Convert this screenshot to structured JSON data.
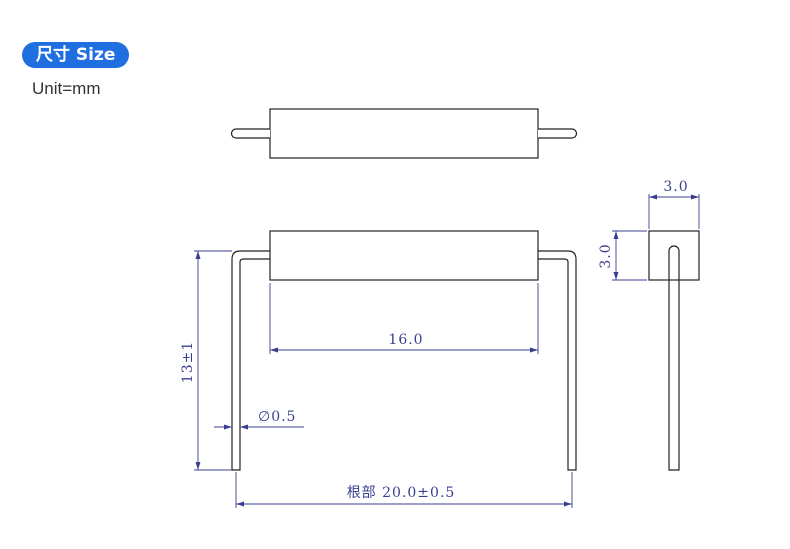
{
  "header": {
    "badge_label": "尺寸 Size",
    "unit_label": "Unit=mm"
  },
  "dimensions": {
    "side_width": "3.0",
    "side_height": "3.0",
    "body_length": "16.0",
    "lead_height": "13±1",
    "lead_diameter": "∅0.5",
    "pitch": "根部  20.0±0.5"
  },
  "colors": {
    "badge": "#1f6fe0",
    "outline": "#222222",
    "dimension": "#3a3f8f"
  }
}
